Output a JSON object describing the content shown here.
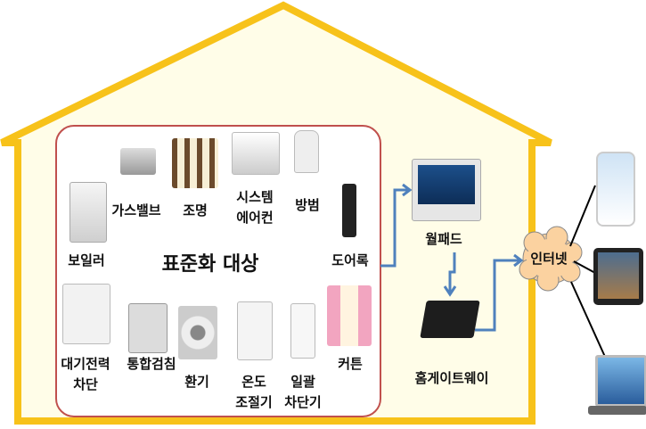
{
  "house": {
    "title": "표준화 대상",
    "devices": [
      {
        "name": "boiler",
        "label": "보일러"
      },
      {
        "name": "gas-valve",
        "label": "가스밸브"
      },
      {
        "name": "lighting",
        "label": "조명"
      },
      {
        "name": "system-aircon",
        "label_line1": "시스템",
        "label_line2": "에어컨"
      },
      {
        "name": "security",
        "label": "방범"
      },
      {
        "name": "door-lock",
        "label": "도어록"
      },
      {
        "name": "standby-power",
        "label_line1": "대기전력",
        "label_line2": "차단"
      },
      {
        "name": "meter",
        "label": "통합검침"
      },
      {
        "name": "ventilation",
        "label": "환기"
      },
      {
        "name": "thermostat",
        "label_line1": "온도",
        "label_line2": "조절기"
      },
      {
        "name": "breaker",
        "label_line1": "일괄",
        "label_line2": "차단기"
      },
      {
        "name": "curtain",
        "label": "커튼"
      }
    ],
    "wallpad": "월패드",
    "gateway": "홈게이트웨이"
  },
  "internet": "인터넷",
  "colors": {
    "house_outline": "#f7c21a",
    "house_fill": "#fffde8",
    "box_border": "#c0504d",
    "arrow": "#4f81bd"
  }
}
